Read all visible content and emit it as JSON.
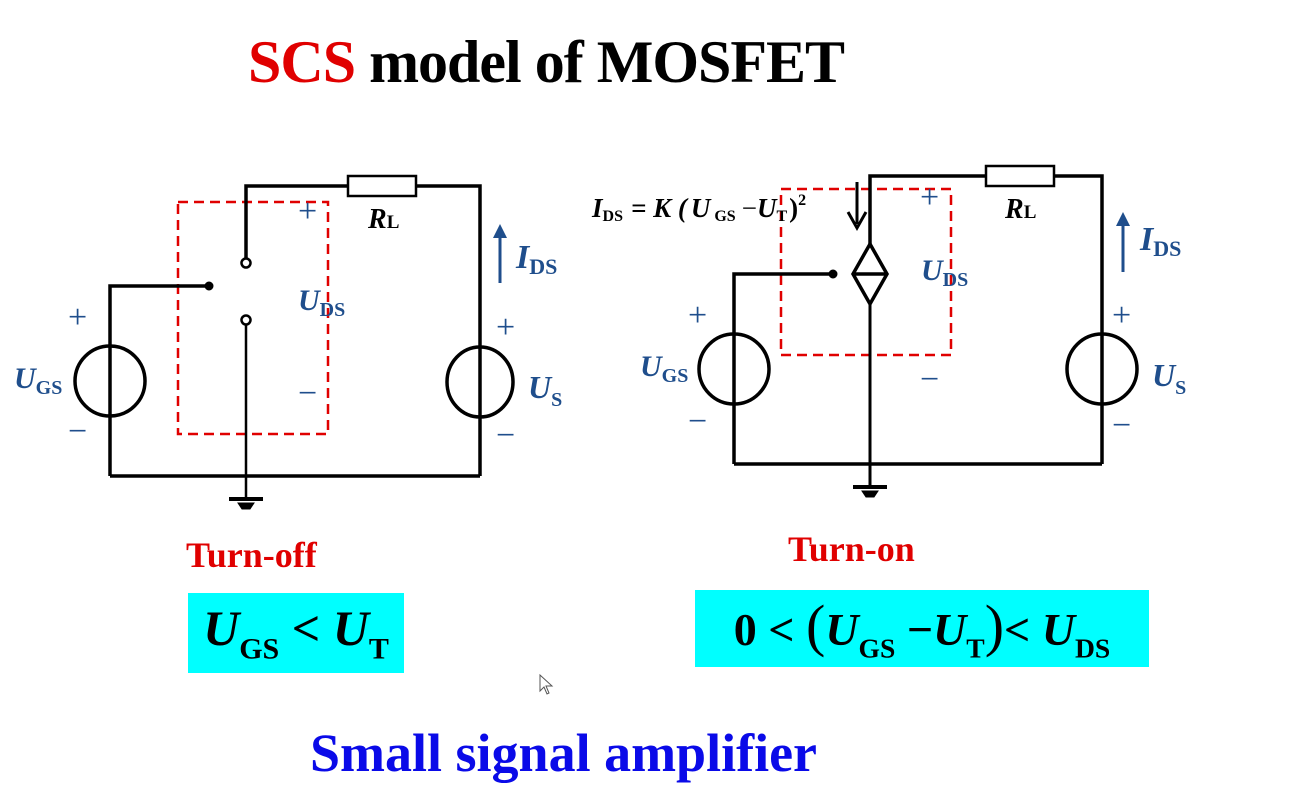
{
  "title": {
    "highlight": "SCS",
    "rest": " model of MOSFET",
    "highlight_color": "#e00000"
  },
  "colors": {
    "wire": "#000000",
    "label_blue": "#1f4e8c",
    "dashed_box": "#e00000",
    "condition_bg": "#00ffff",
    "footer": "#0a0ae8"
  },
  "left_circuit": {
    "state_label": "Turn-off",
    "labels": {
      "source_in": "U",
      "source_in_sub": "GS",
      "load": "R",
      "load_sub": "L",
      "current": "I",
      "current_sub": "DS",
      "vds": "U",
      "vds_sub": "DS",
      "source_out": "U",
      "source_out_sub": "S",
      "plus": "+",
      "minus": "−"
    },
    "condition": {
      "a": "U",
      "a_sub": "GS",
      "op": "<",
      "b": "U",
      "b_sub": "T"
    }
  },
  "right_circuit": {
    "state_label": "Turn-on",
    "equation": {
      "lhs": "I",
      "lhs_sub": "DS",
      "eq": "= K (",
      "u1": "U",
      "u1_sub": "GS",
      "minus": "−",
      "u2": "U",
      "u2_sub": "T",
      "close": ")",
      "exp": "2"
    },
    "labels": {
      "source_in": "U",
      "source_in_sub": "GS",
      "load": "R",
      "load_sub": "L",
      "current": "I",
      "current_sub": "DS",
      "vds": "U",
      "vds_sub": "DS",
      "source_out": "U",
      "source_out_sub": "S",
      "plus": "+",
      "minus": "−"
    },
    "condition": {
      "zero": "0",
      "lt1": "<",
      "open": "(",
      "a": "U",
      "a_sub": "GS",
      "minus": "−",
      "b": "U",
      "b_sub": "T",
      "close": ")",
      "lt2": "<",
      "c": "U",
      "c_sub": "DS"
    }
  },
  "footer": {
    "text": "Small signal amplifier"
  },
  "cursor": {
    "icon": "mouse-pointer-icon"
  }
}
